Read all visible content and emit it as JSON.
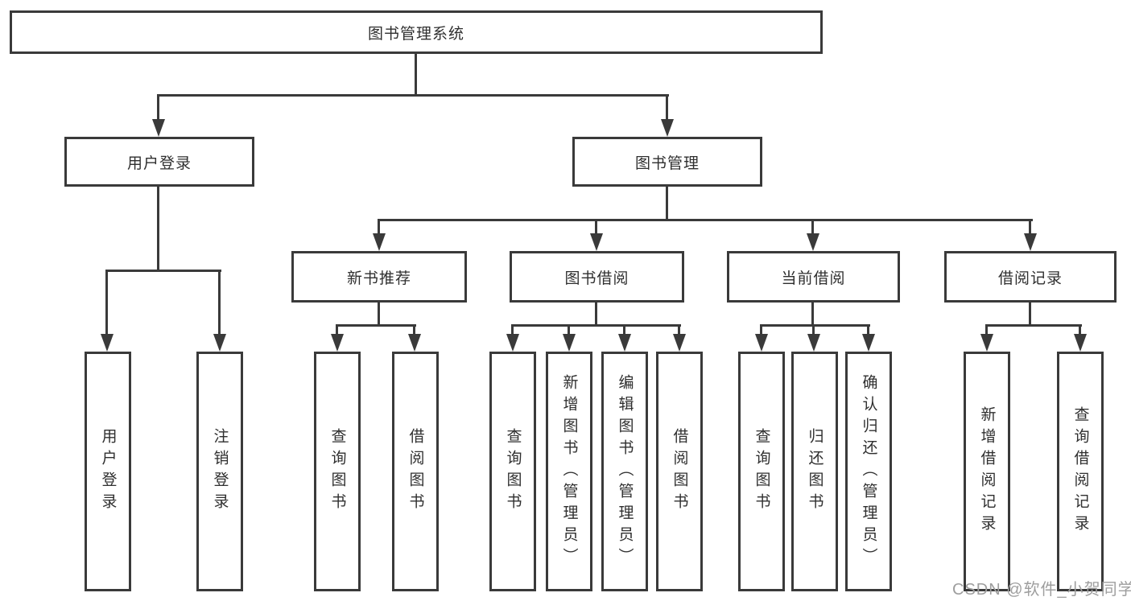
{
  "diagram": {
    "root": {
      "label": "图书管理系统"
    },
    "branches": [
      {
        "label": "用户登录",
        "leaves": [
          {
            "label": "用户登录"
          },
          {
            "label": "注销登录"
          }
        ]
      },
      {
        "label": "图书管理",
        "groups": [
          {
            "label": "新书推荐",
            "leaves": [
              {
                "label": "查询图书"
              },
              {
                "label": "借阅图书"
              }
            ]
          },
          {
            "label": "图书借阅",
            "leaves": [
              {
                "label": "查询图书"
              },
              {
                "label": "新增图书（管理员）"
              },
              {
                "label": "编辑图书（管理员）"
              },
              {
                "label": "借阅图书"
              }
            ]
          },
          {
            "label": "当前借阅",
            "leaves": [
              {
                "label": "查询图书"
              },
              {
                "label": "归还图书"
              },
              {
                "label": "确认归还（管理员）"
              }
            ]
          },
          {
            "label": "借阅记录",
            "leaves": [
              {
                "label": "新增借阅记录"
              },
              {
                "label": "查询借阅记录"
              }
            ]
          }
        ]
      }
    ]
  },
  "watermark": "CSDN @软件_小贺同学",
  "colors": {
    "line": "#3a3a3a",
    "text": "#2f2f2f",
    "background": "#ffffff",
    "watermark": "#9e9e9e"
  }
}
